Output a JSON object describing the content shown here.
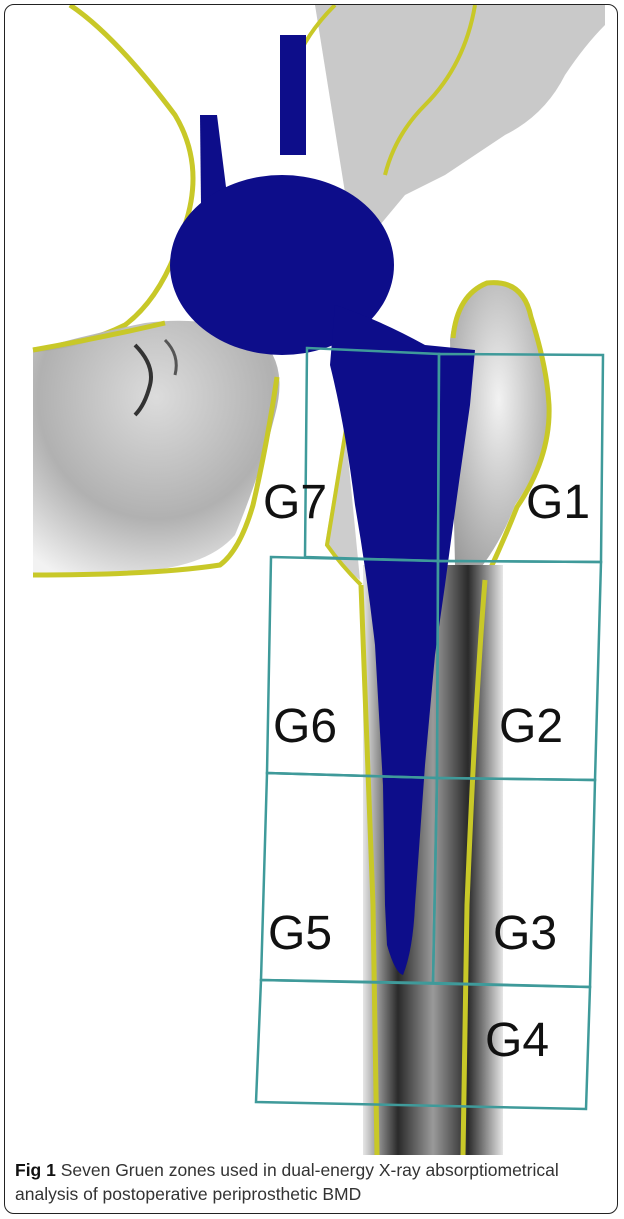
{
  "figure": {
    "zones": [
      {
        "id": "G1",
        "label": "G1"
      },
      {
        "id": "G2",
        "label": "G2"
      },
      {
        "id": "G3",
        "label": "G3"
      },
      {
        "id": "G4",
        "label": "G4"
      },
      {
        "id": "G5",
        "label": "G5"
      },
      {
        "id": "G6",
        "label": "G6"
      },
      {
        "id": "G7",
        "label": "G7"
      }
    ],
    "colors": {
      "implant": "#0d0d8a",
      "bone_outline": "#c8c828",
      "zone_grid": "#3f9a9a",
      "bone_shade": "#8a8a8a"
    }
  },
  "caption": {
    "label": "Fig 1",
    "text": " Seven Gruen zones used in dual-energy X-ray absorptiometrical analysis of postoperative periprosthetic BMD"
  }
}
